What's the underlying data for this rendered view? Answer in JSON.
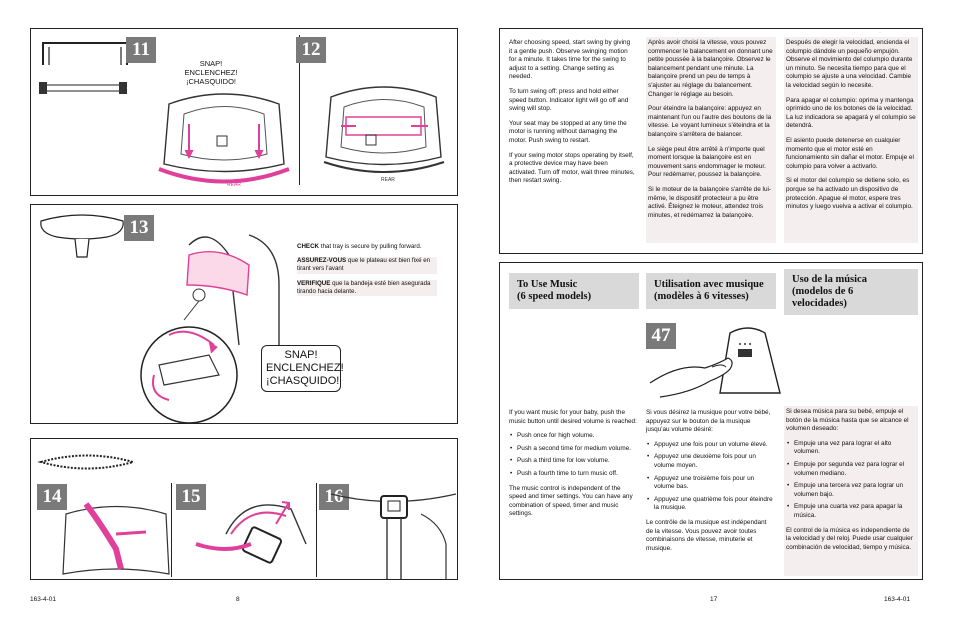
{
  "left_page": {
    "snap": [
      "SNAP!",
      "ENCLENCHEZ!",
      "¡CHASQUIDO!"
    ],
    "step_numbers": [
      "11",
      "12",
      "13",
      "14",
      "15",
      "16"
    ],
    "rear_label": "REAR",
    "check": {
      "en_label": "CHECK",
      "en_text": " that tray is secure by pulling forward.",
      "fr_label": "ASSUREZ-VOUS",
      "fr_text": " que le plateau est bien fixé en tirant vers l'avant",
      "es_label": "VERIFIQUE",
      "es_text": " que la bandeja esté bien asegurada tirando hacia delante."
    },
    "footer_code": "163-4-01",
    "page_number": "8"
  },
  "right_page": {
    "swing_en": [
      "After choosing speed, start swing by giving it a gentle push. Observe swinging motion for a minute. It takes time for the swing to adjust to a setting. Change setting as needed.",
      "To turn swing off: press and hold either speed button. Indicator light will go off and swing will stop.",
      "Your seat may be stopped at any time the motor is running without damaging the motor. Push swing to restart.",
      "If your swing motor stops operating by itself, a protective device may have been activated. Turn off motor, wait three minutes, then restart swing."
    ],
    "swing_fr": [
      "Après avoir choisi la vitesse, vous pouvez commencer le balancement en donnant une petite poussée à la balançoire. Observez le balancement pendant une minute. La balançoire prend un peu de temps à s'ajuster au réglage du balancement. Changer le réglage au besoin.",
      "Pour éteindre la balançoire: appuyez en maintenant l'un ou l'autre des boutons de la vitesse. Le voyant lumineux s'éteindra et la balançoire s'arrêtera de balancer.",
      "Le siège peut être arrêté à n'importe quel moment lorsque la balançoire est en mouvement sans endommager le moteur. Pour redémarrer, poussez la balançoire.",
      "Si le moteur de la balançoire s'arrête de lui-même, le dispositif protecteur a pu être activé. Éteignez le moteur, attendez trois minutes, et redémarrez la balançoire."
    ],
    "swing_es": [
      "Después de elegir la velocidad, encienda el columpio dándole un pequeño empujón. Observe el movimiento del columpio durante un minuto. Se necesita tiempo para que el columpio se ajuste a una velocidad. Cambie la velocidad según lo necesite.",
      "Para apagar el columpio: oprima y mantenga oprimido uno de los botones de la velocidad. La luz indicadora se apagará y el columpio se detendrá.",
      "El asiento puede detenerse en cualquier momento que el motor esté en funcionamiento sin dañar el motor. Empuje el columpio para volver a activarlo.",
      "Si el motor del columpio se detiene solo, es porque se ha activado un dispositivo de protección. Apague el motor, espere tres minutos y luego vuelva a activar el columpio."
    ],
    "music_headers": {
      "en": [
        "To Use Music",
        "(6 speed models)"
      ],
      "fr": [
        "Utilisation avec musique",
        "(modèles à 6 vitesses)"
      ],
      "es": [
        "Uso de la música",
        "(modelos de 6",
        "velocidades)"
      ]
    },
    "step_47": "47",
    "music_en": {
      "intro": "If you want music for your baby, push the music button until desired volume is reached:",
      "bullets": [
        "Push once for high volume.",
        "Push a second time for medium volume.",
        "Push a third time for low volume.",
        "Push a fourth time to turn music off."
      ],
      "outro": "The music control is independent of the speed and timer settings. You can have any combination of speed, timer and music settings."
    },
    "music_fr": {
      "intro": "Si vous désirez la musique pour votre bébé, appuyez sur le bouton de la musique jusqu'au volume désiré:",
      "bullets": [
        "Appuyez une fois pour un volume élevé.",
        "Appuyez une deuxième fois pour un volume moyen.",
        "Appuyez une troisième fois pour un volume bas.",
        "Appuyez une quatrième fois pour éteindre la musique."
      ],
      "outro": "Le contrôle de la musique est indépendant de la vitesse. Vous pouvez avoir toutes combinaisons de vitesse, minuterie et musique."
    },
    "music_es": {
      "intro": "Si desea música para su bebé, empuje el botón de la música hasta que se alcance el volumen deseado:",
      "bullets": [
        "Empuje una vez para lograr el alto volumen.",
        "Empuje por segunda vez para lograr el volumen mediano.",
        "Empuje una tercera vez para lograr un volumen bajo.",
        "Empuje una cuarta vez para apagar la música."
      ],
      "outro": "El control de la música es independiente de la velocidad y del reloj. Puede usar cualquier combinación de velocidad, tiempo y música."
    },
    "page_number": "17",
    "footer_code": "163-4-01"
  },
  "colors": {
    "accent": "#e0409a",
    "step_bg": "#7a7a7a",
    "header_bg": "#d9d9d9",
    "shade": "#f4eeee"
  }
}
